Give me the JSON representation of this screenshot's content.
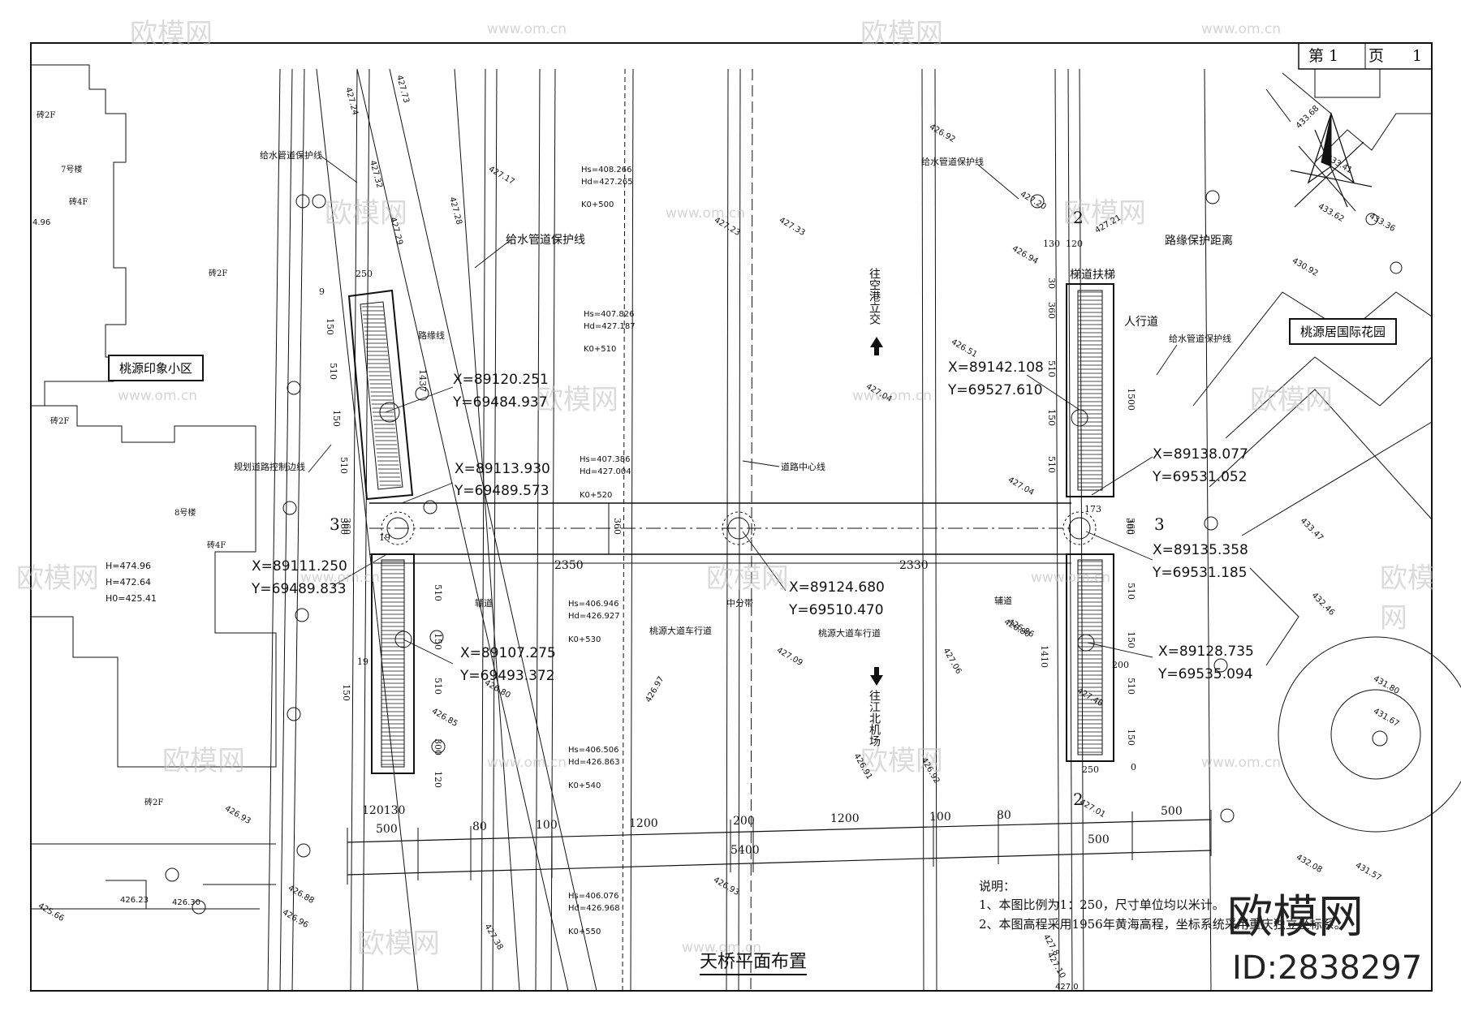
{
  "sheet": {
    "page_label": "第 1",
    "total_label": "页",
    "total_number": "1",
    "title": "天桥平面布置"
  },
  "labels": {
    "community_west": "桃源印象小区",
    "community_east": "桃源居国际花园",
    "pipe_protect_left_top": "给水管道保护线",
    "pipe_protect_center": "给水管道保护线",
    "pipe_protect_right_top": "给水管道保护线",
    "pipe_protect_right": "给水管道保护线",
    "curb_protect": "路缘保护距离",
    "sidewalk": "人行道",
    "stair_escalator": "梯道扶梯",
    "curb_line": "路缘线",
    "planned_control_line": "规划道路控制边线",
    "road_centerline": "道路中心线",
    "median": "中分带",
    "service_road_left": "辅道",
    "service_road_right": "辅道",
    "lane_left": "桃源大道车行道",
    "lane_right": "桃源大道车行道",
    "to_north": "往空港立交",
    "to_south": "往江北机场",
    "section_mark_left": "3",
    "section_mark_right": "3",
    "section_mark_north": "2",
    "section_mark_south": "2",
    "building_7": "7号楼",
    "building_8": "8号楼",
    "floors_4f_a": "砖4F",
    "floors_4f_b": "砖4F",
    "floors_2f_a": "砖2F",
    "floors_2f_b": "砖2F",
    "floors_2f_c": "砖2F",
    "floors_2f_d": "砖2F",
    "h_roof": "H=474.96",
    "h_eave": "H=472.64",
    "h_ground": "H0=425.41"
  },
  "coordinates": [
    {
      "x": "X=89120.251",
      "y": "Y=69484.937"
    },
    {
      "x": "X=89113.930",
      "y": "Y=69489.573"
    },
    {
      "x": "X=89111.250",
      "y": "Y=69489.833"
    },
    {
      "x": "X=89107.275",
      "y": "Y=69493.372"
    },
    {
      "x": "X=89124.680",
      "y": "Y=69510.470"
    },
    {
      "x": "X=89142.108",
      "y": "Y=69527.610"
    },
    {
      "x": "X=89138.077",
      "y": "Y=69531.052"
    },
    {
      "x": "X=89135.358",
      "y": "Y=69531.185"
    },
    {
      "x": "X=89128.735",
      "y": "Y=69535.094"
    }
  ],
  "stations": [
    {
      "hs": "Hs=408.266",
      "hd": "Hd=427.265",
      "k": "K0+500"
    },
    {
      "hs": "Hs=407.826",
      "hd": "Hd=427.187",
      "k": "K0+510"
    },
    {
      "hs": "Hs=407.386",
      "hd": "Hd=427.004",
      "k": "K0+520"
    },
    {
      "hs": "Hs=406.946",
      "hd": "Hd=426.927",
      "k": "K0+530"
    },
    {
      "hs": "Hs=406.506",
      "hd": "Hd=426.863",
      "k": "K0+540"
    },
    {
      "hs": "Hs=406.076",
      "hd": "Hd=426.968",
      "k": "K0+550"
    }
  ],
  "dimensions": {
    "span_left": "2350",
    "span_right": "2330",
    "deck_width_left": "360",
    "deck_width_center": "360",
    "deck_width_right": "360",
    "bottom_500_left": "500",
    "bottom_80_left": "80",
    "bottom_100_left": "100",
    "bottom_1200_left": "1200",
    "bottom_200": "200",
    "bottom_5400": "5400",
    "bottom_1200_right": "1200",
    "bottom_100_right": "100",
    "bottom_80_right": "80",
    "bottom_500_right": "500",
    "bottom_500_far": "500",
    "ln_250": "250",
    "ln_9": "9",
    "ln_150a": "150",
    "ln_510a": "510",
    "ln_150b": "150",
    "ln_510b": "510",
    "ln_1437": "1437",
    "ln_360": "360",
    "ln_19a": "19",
    "ln_19b": "19",
    "ln_510c": "510",
    "ln_150c": "150",
    "ln_510d": "510",
    "ln_300": "300",
    "ln_120": "120",
    "ln_150d": "150",
    "ln_120130": "120130",
    "rn_130": "130",
    "rn_120": "120",
    "rn_30": "30",
    "rn_360": "360",
    "rn_510a": "510",
    "rn_150a": "150",
    "rn_510b": "510",
    "rn_1500": "1500",
    "rn_173": "173",
    "rn_360b": "360",
    "rn_510c": "510",
    "rn_150b": "150",
    "rn_200": "200",
    "rn_510d": "510",
    "rn_150c": "150",
    "rn_250": "250",
    "rn_1410": "1410",
    "rn_0": "0"
  },
  "elevations": [
    "427.24",
    "427.73",
    "427.32",
    "427.29",
    "427.28",
    "427.17",
    "427.23",
    "427.33",
    "426.92",
    "427.20",
    "427.21",
    "426.94",
    "426.51",
    "427.04",
    "427.04",
    "426.85",
    "426.80",
    "426.97",
    "427.09",
    "427.06",
    "426.92",
    "426.80",
    "427.46",
    "426.93",
    "426.88",
    "426.96",
    "426.23",
    "426.30",
    "425.66",
    "426.93",
    "426.91",
    "427.01",
    "427.10",
    "427.0",
    "427.38",
    "433.68",
    "433.41",
    "433.62",
    "433.36",
    "430.92",
    "433.47",
    "432.46",
    "431.80",
    "431.67",
    "432.08",
    "431.57",
    "427.8",
    "426.86",
    "4.96"
  ],
  "notes": {
    "heading": "说明：",
    "line1": "1、本图比例为1：250，尺寸单位均以米计。",
    "line2": "2、本图高程采用1956年黄海高程，坐标系统采用重庆独立坐标系。"
  },
  "watermark": {
    "brand": "欧模网",
    "url": "www.om.cn",
    "id": "ID:2838297"
  },
  "colors": {
    "ink": "#111111",
    "watermark": "#bfbfbf"
  }
}
